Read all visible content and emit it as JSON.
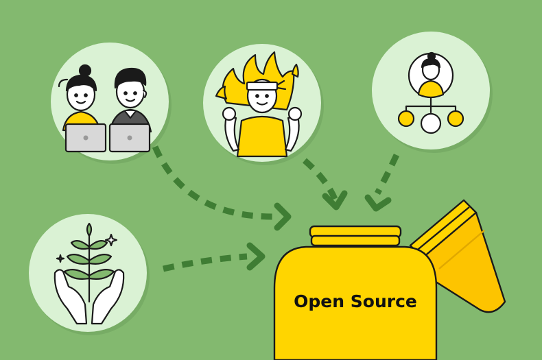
{
  "jar": {
    "label": "Open Source"
  },
  "colors": {
    "background": "#83b96f",
    "circle_fill": "#daf2d4",
    "circle_shadow": "#6ea35c",
    "arrow": "#3f7d34",
    "jar_yellow": "#ffd500",
    "lid_yellow": "#fdc400",
    "outline": "#1a1a1a"
  },
  "illustrations": [
    {
      "name": "collaborators-pair",
      "icon": "people-with-laptops-icon"
    },
    {
      "name": "motivated-person",
      "icon": "person-on-fire-icon"
    },
    {
      "name": "organization-structure",
      "icon": "org-chart-icon"
    },
    {
      "name": "growth",
      "icon": "hands-holding-plant-icon"
    }
  ]
}
